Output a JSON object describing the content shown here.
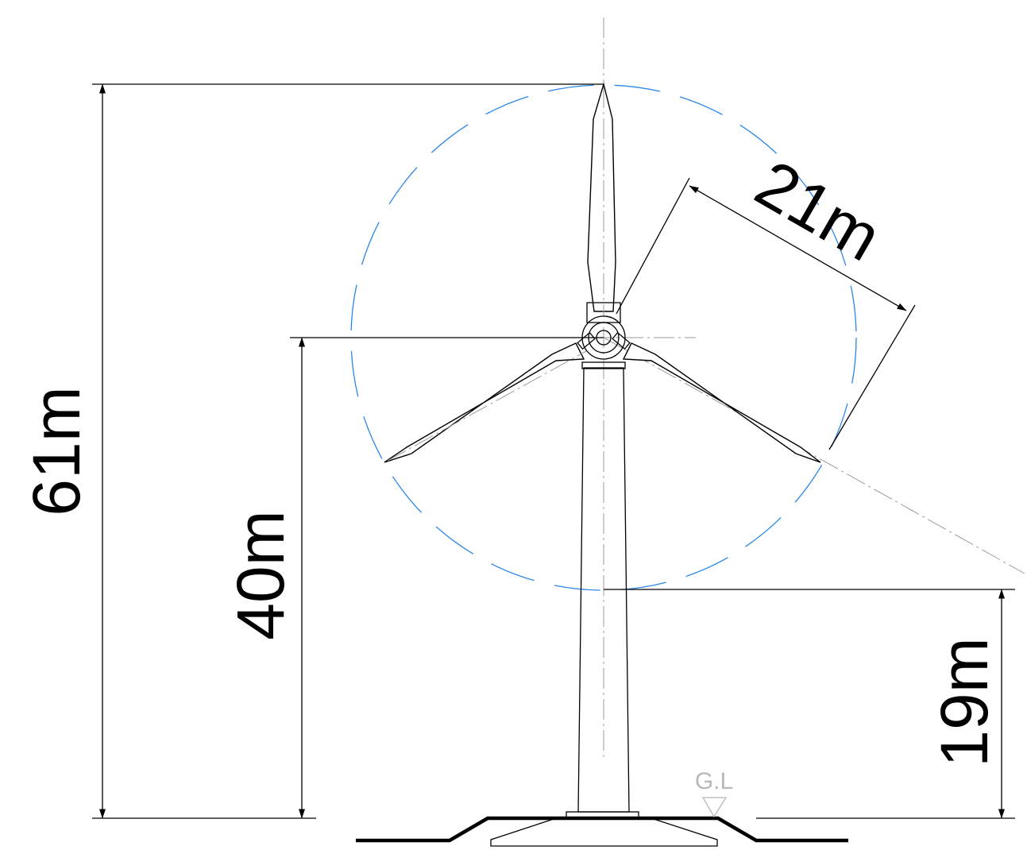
{
  "dimensions": {
    "total_height": "61m",
    "hub_height": "40m",
    "rotor_radius": "21m",
    "ground_clearance": "19m"
  },
  "ground_level_label": "G.L",
  "colors": {
    "rotor_circle": "#2a86e8",
    "ground_level_label": "#b8b8b8",
    "centerline": "#9a9a9a"
  }
}
